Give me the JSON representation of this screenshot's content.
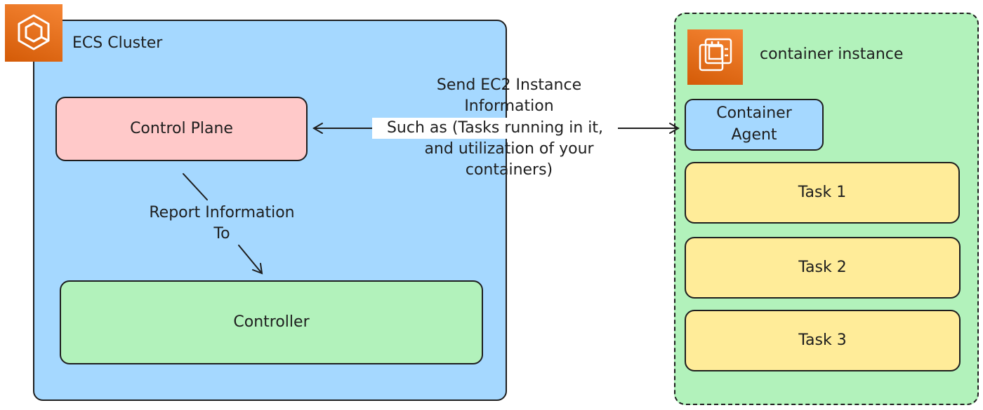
{
  "cluster": {
    "title": "ECS Cluster",
    "icon": "ecs-container-icon",
    "color": "#a5d8ff"
  },
  "instance": {
    "title": "container instance",
    "icon": "ec2-chip-icon",
    "color": "#b2f2bb"
  },
  "control_plane": {
    "label": "Control Plane",
    "color": "#ffc9c9"
  },
  "controller": {
    "label": "Controller",
    "color": "#b2f2bb"
  },
  "agent": {
    "line1": "Container",
    "line2": "Agent",
    "color": "#a5d8ff"
  },
  "tasks": [
    {
      "label": "Task 1"
    },
    {
      "label": "Task 2"
    },
    {
      "label": "Task 3"
    }
  ],
  "task_color": "#ffec99",
  "edges": {
    "send": {
      "lines": [
        "Send EC2 Instance",
        "Information",
        "Such as (Tasks running in it,",
        "and utilization of your",
        "containers)"
      ]
    },
    "report": {
      "lines": [
        "Report Information",
        "To"
      ]
    }
  },
  "aws_icon_color": "#ed7100"
}
